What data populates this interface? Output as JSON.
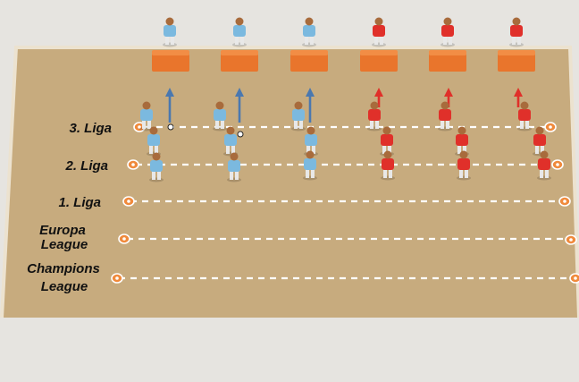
{
  "labels": {
    "liga3": "3. Liga",
    "liga2": "2. Liga",
    "liga1": "1. Liga",
    "europa_1": "Europa",
    "europa_2": "League",
    "champions_1": "Champions",
    "champions_2": "League"
  },
  "teams": {
    "blue": {
      "color": "#7bb9df",
      "arrow_color": "#4a78b0",
      "count": 3
    },
    "red": {
      "color": "#e0302a",
      "arrow_color": "#e0302a",
      "count": 3
    }
  },
  "colors": {
    "field": "#c7ab7e",
    "field_edge": "#ece2cf",
    "box": "#e9752c",
    "cone": "#f08a3c",
    "line": "#ffffff"
  },
  "icons": [
    "cone-icon",
    "box-icon",
    "arrow-icon",
    "player-icon",
    "ball-icon"
  ]
}
